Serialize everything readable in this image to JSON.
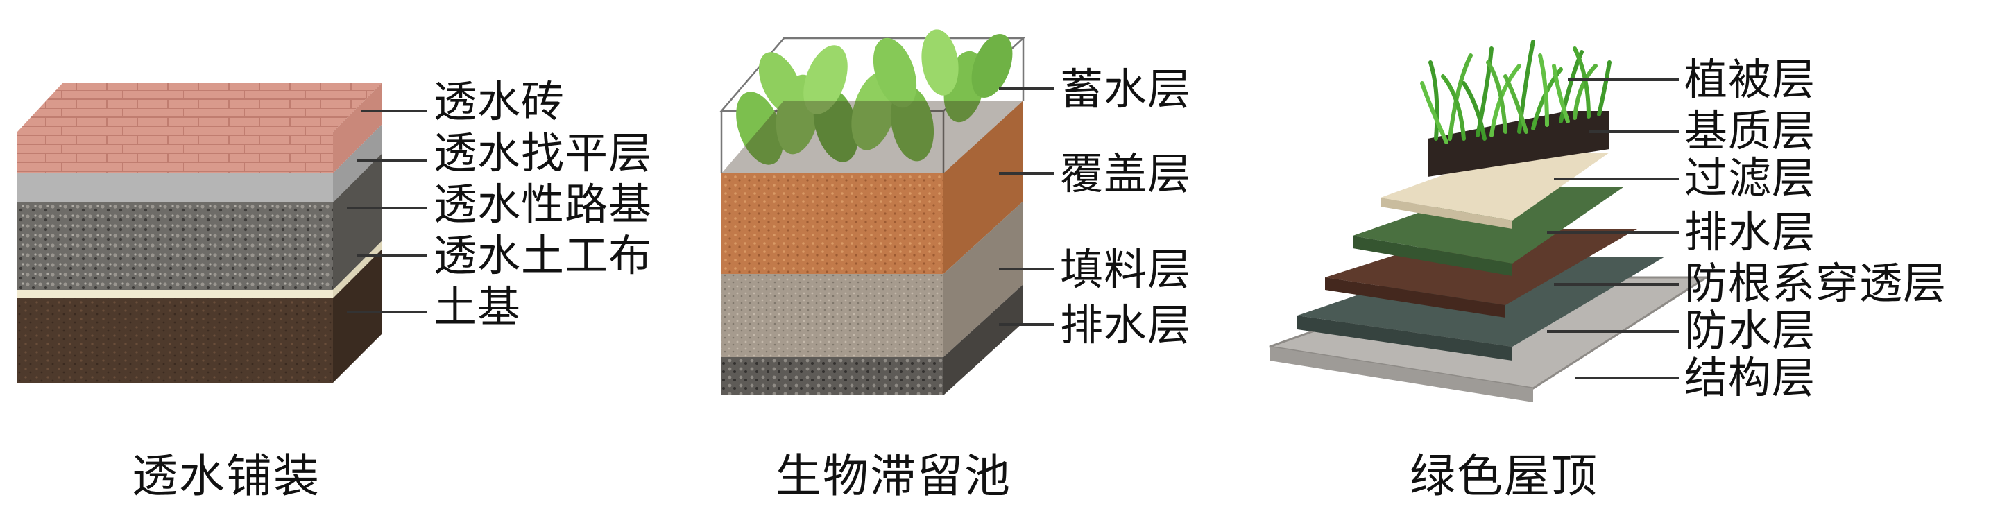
{
  "panels": [
    {
      "caption": "透水铺装",
      "layers": [
        "透水砖",
        "透水找平层",
        "透水性路基",
        "透水土工布",
        "土基"
      ]
    },
    {
      "caption": "生物滞留池",
      "layers": [
        "蓄水层",
        "覆盖层",
        "填料层",
        "排水层"
      ]
    },
    {
      "caption": "绿色屋顶",
      "layers": [
        "植被层",
        "基质层",
        "过滤层",
        "排水层",
        "防根系穿透层",
        "防水层",
        "结构层"
      ]
    }
  ],
  "colors": {
    "brick": "#d99a8c",
    "leveling": "#b5b5b5",
    "gravel": "#6e6c68",
    "geotextile": "#f1ead0",
    "soil": "#4e3a2c",
    "mulch": "#c27a4a",
    "fill": "#a69b8e",
    "leaf": "#7cbf4e",
    "grass": "#3f9a2a",
    "leader_line": "#333333"
  }
}
